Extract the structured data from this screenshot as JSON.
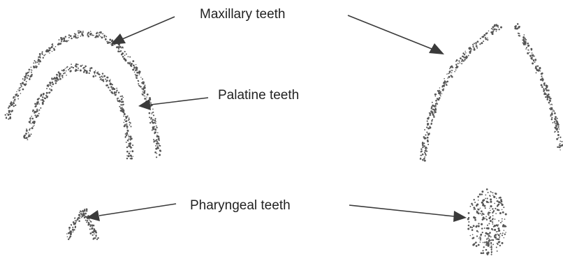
{
  "labels": {
    "maxillary": "Maxillary teeth",
    "palatine": "Palatine teeth",
    "pharyngeal": "Pharyngeal teeth"
  },
  "colors": {
    "ink": "#3a3a3a",
    "teeth": "#555555",
    "background": "#ffffff"
  }
}
